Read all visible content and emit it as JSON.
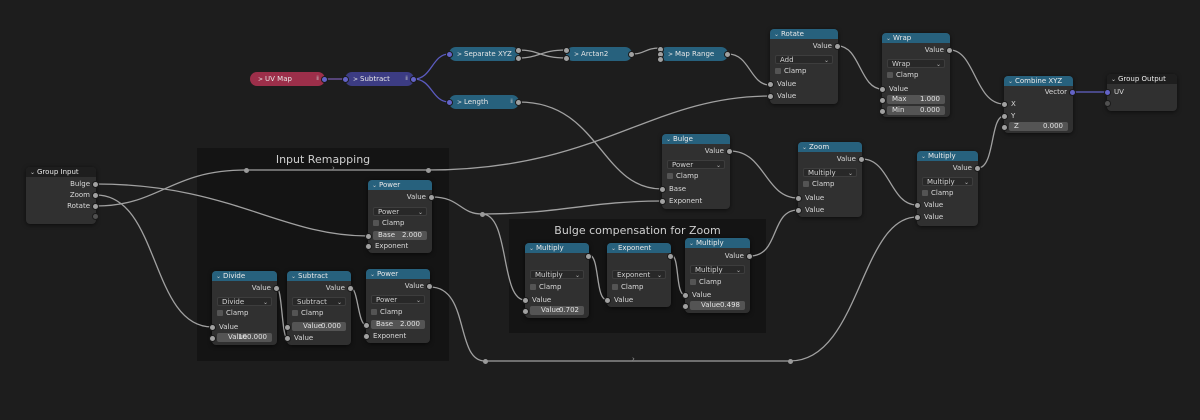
{
  "frames": {
    "input_remapping": "Input Remapping",
    "bulge_compensation": "Bulge compensation for Zoom"
  },
  "pills": {
    "uv_map": "UV Map",
    "subtract": "Subtract",
    "separate_xyz": "Separate XYZ",
    "arctan2": "Arctan2",
    "map_range": "Map Range",
    "length": "Length"
  },
  "nodes": {
    "group_input": {
      "title": "Group Input",
      "outputs": [
        "Bulge",
        "Zoom",
        "Rotate"
      ]
    },
    "group_output": {
      "title": "Group Output",
      "inputs": [
        "UV"
      ]
    },
    "rotate": {
      "title": "Rotate",
      "output": "Value",
      "op": "Add",
      "clamp": "Clamp",
      "inputs": [
        "Value",
        "Value"
      ]
    },
    "wrap": {
      "title": "Wrap",
      "output": "Value",
      "op": "Wrap",
      "clamp": "Clamp",
      "input": "Value",
      "max_label": "Max",
      "max_value": "1.000",
      "min_label": "Min",
      "min_value": "0.000"
    },
    "combine_xyz": {
      "title": "Combine XYZ",
      "output": "Vector",
      "x": "X",
      "y": "Y",
      "z_label": "Z",
      "z_value": "0.000"
    },
    "bulge": {
      "title": "Bulge",
      "output": "Value",
      "op": "Power",
      "clamp": "Clamp",
      "base": "Base",
      "exponent": "Exponent"
    },
    "zoom": {
      "title": "Zoom",
      "output": "Value",
      "op": "Multiply",
      "clamp": "Clamp",
      "inputs": [
        "Value",
        "Value"
      ]
    },
    "multiply_final": {
      "title": "Multiply",
      "output": "Value",
      "op": "Multiply",
      "clamp": "Clamp",
      "inputs": [
        "Value",
        "Value"
      ]
    },
    "power_top": {
      "title": "Power",
      "output": "Value",
      "op": "Power",
      "clamp": "Clamp",
      "base_label": "Base",
      "base_value": "2.000",
      "exponent": "Exponent"
    },
    "divide": {
      "title": "Divide",
      "output": "Value",
      "op": "Divide",
      "clamp": "Clamp",
      "input": "Value",
      "field_label": "Value",
      "field_value": "100.000"
    },
    "subtract_node": {
      "title": "Subtract",
      "output": "Value",
      "op": "Subtract",
      "clamp": "Clamp",
      "field_label": "Value",
      "field_value": "0.000",
      "input": "Value"
    },
    "power_bottom": {
      "title": "Power",
      "output": "Value",
      "op": "Power",
      "clamp": "Clamp",
      "base_label": "Base",
      "base_value": "2.000",
      "exponent": "Exponent"
    },
    "multiply_a": {
      "title": "Multiply",
      "op": "Multiply",
      "clamp": "Clamp",
      "input": "Value",
      "field_label": "Value",
      "field_value": "0.702"
    },
    "exponent": {
      "title": "Exponent",
      "op": "Exponent",
      "clamp": "Clamp",
      "input": "Value"
    },
    "multiply_b": {
      "title": "Multiply",
      "output": "Value",
      "op": "Multiply",
      "clamp": "Clamp",
      "input": "Value",
      "field_label": "Value",
      "field_value": "0.498"
    }
  },
  "colors": {
    "background": "#1d1d1d",
    "frame": "#141414",
    "node_body": "#303030",
    "math_header": "#27617d",
    "uv_map_pill": "#9c2f4a",
    "vector_pill": "#3c3c83",
    "float_socket": "#a1a1a1",
    "vector_socket": "#6363c7"
  }
}
